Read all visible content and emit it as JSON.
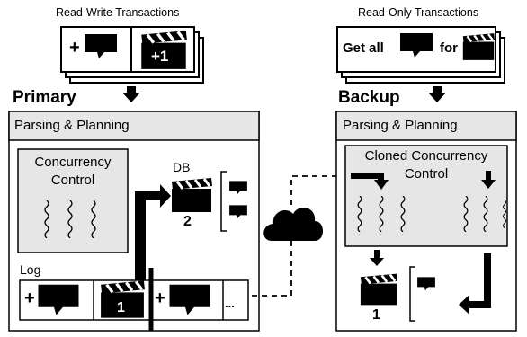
{
  "primary": {
    "transactions_title": "Read-Write Transactions",
    "card_counter": "+1",
    "plus_symbol": "+",
    "role_label": "Primary",
    "parsing_label": "Parsing & Planning",
    "cc_label_line1": "Concurrency",
    "cc_label_line2": "Control",
    "db_label": "DB",
    "db_version": "2",
    "log_label": "Log",
    "log_entries": [
      {
        "type": "comment",
        "prefix": "+"
      },
      {
        "type": "clapper",
        "number": "1"
      },
      {
        "type": "comment",
        "prefix": "+"
      }
    ],
    "log_ellipsis": "..."
  },
  "backup": {
    "transactions_title": "Read-Only Transactions",
    "query_get_all": "Get all",
    "query_for": "for",
    "role_label": "Backup",
    "parsing_label": "Parsing & Planning",
    "cc_label_line1": "Cloned Concurrency",
    "cc_label_line2": "Control",
    "db_version": "1"
  },
  "colors": {
    "panel_fill": "#e6e6e6",
    "ink": "#000000",
    "card_fill": "#ffffff"
  },
  "icons": [
    "comment-icon",
    "clapperboard-icon",
    "cloud-icon",
    "squiggle-thread-icon",
    "down-arrow-icon"
  ]
}
